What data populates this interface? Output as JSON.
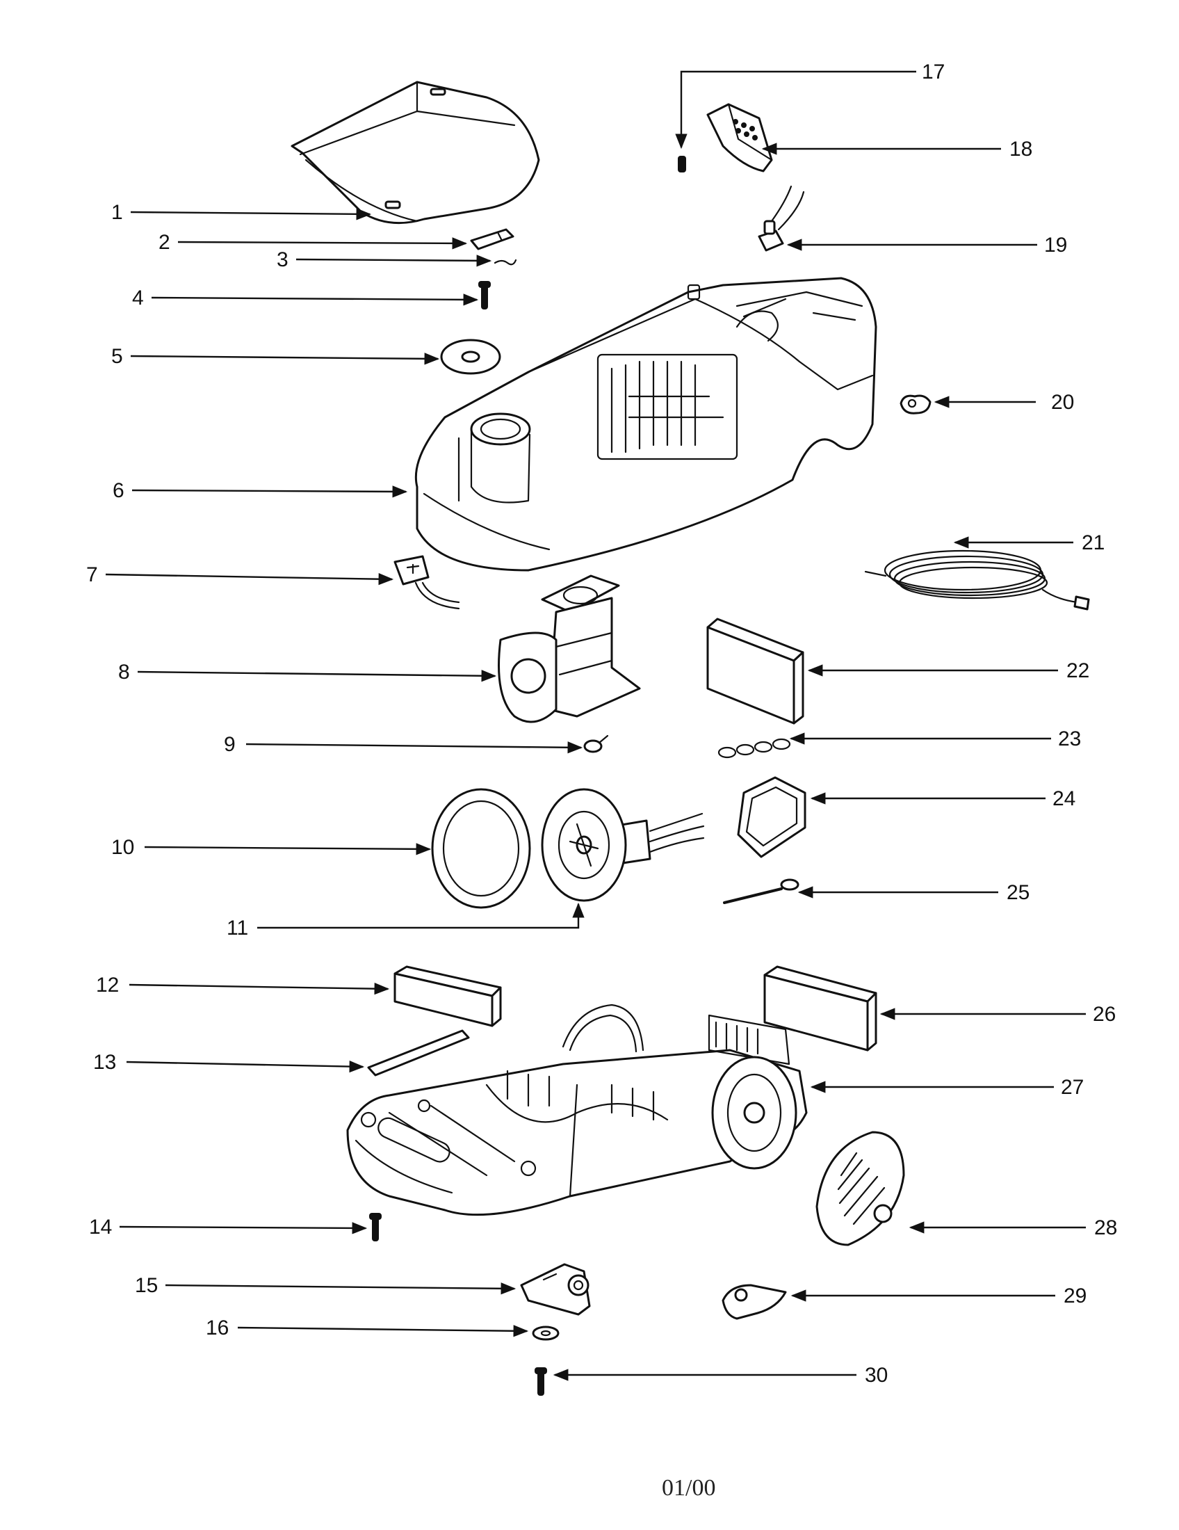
{
  "diagram": {
    "callouts": [
      {
        "id": "c1",
        "label": "1"
      },
      {
        "id": "c2",
        "label": "2"
      },
      {
        "id": "c3",
        "label": "3"
      },
      {
        "id": "c4",
        "label": "4"
      },
      {
        "id": "c5",
        "label": "5"
      },
      {
        "id": "c6",
        "label": "6"
      },
      {
        "id": "c7",
        "label": "7"
      },
      {
        "id": "c8",
        "label": "8"
      },
      {
        "id": "c9",
        "label": "9"
      },
      {
        "id": "c10",
        "label": "10"
      },
      {
        "id": "c11",
        "label": "11"
      },
      {
        "id": "c12",
        "label": "12"
      },
      {
        "id": "c13",
        "label": "13"
      },
      {
        "id": "c14",
        "label": "14"
      },
      {
        "id": "c15",
        "label": "15"
      },
      {
        "id": "c16",
        "label": "16"
      },
      {
        "id": "c17",
        "label": "17"
      },
      {
        "id": "c18",
        "label": "18"
      },
      {
        "id": "c19",
        "label": "19"
      },
      {
        "id": "c20",
        "label": "20"
      },
      {
        "id": "c21",
        "label": "21"
      },
      {
        "id": "c22",
        "label": "22"
      },
      {
        "id": "c23",
        "label": "23"
      },
      {
        "id": "c24",
        "label": "24"
      },
      {
        "id": "c25",
        "label": "25"
      },
      {
        "id": "c26",
        "label": "26"
      },
      {
        "id": "c27",
        "label": "27"
      },
      {
        "id": "c28",
        "label": "28"
      },
      {
        "id": "c29",
        "label": "29"
      },
      {
        "id": "c30",
        "label": "30"
      }
    ],
    "footer": "01/00"
  }
}
